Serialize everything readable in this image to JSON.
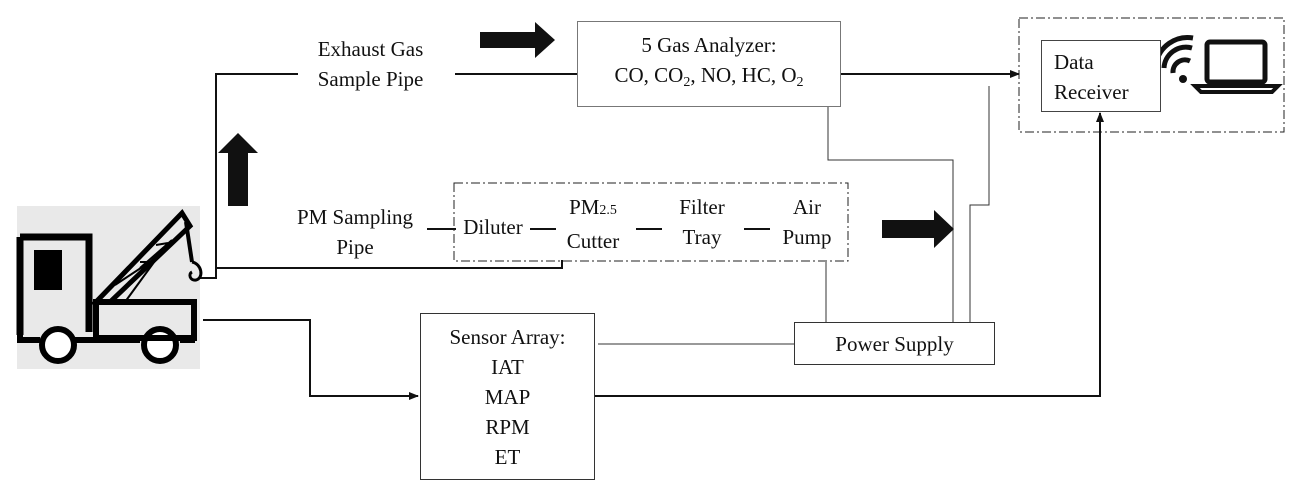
{
  "exhaust_pipe": {
    "line1": "Exhaust Gas",
    "line2": "Sample Pipe"
  },
  "gas_analyzer": {
    "title": "5 Gas Analyzer:",
    "gases": [
      {
        "base": "CO",
        "sub": ""
      },
      {
        "base": "CO",
        "sub": "2"
      },
      {
        "base": "NO",
        "sub": ""
      },
      {
        "base": "HC",
        "sub": ""
      },
      {
        "base": "O",
        "sub": "2"
      }
    ]
  },
  "data_receiver": {
    "line1": "Data",
    "line2": "Receiver"
  },
  "pm_sampling_pipe": {
    "line1": "PM Sampling",
    "line2": "Pipe"
  },
  "pm_chain": {
    "diluter": "Diluter",
    "cutter_line1": "PM",
    "cutter_sub": "2.5",
    "cutter_line2": "Cutter",
    "filter_line1": "Filter",
    "filter_line2": "Tray",
    "pump_line1": "Air",
    "pump_line2": "Pump"
  },
  "sensor_array": {
    "title": "Sensor Array:",
    "items": [
      "IAT",
      "MAP",
      "RPM",
      "ET"
    ]
  },
  "power_supply": {
    "label": "Power Supply"
  },
  "icons": [
    "truck-crane-icon",
    "wifi-icon",
    "laptop-icon",
    "arrow-right-icon",
    "arrow-up-icon"
  ]
}
